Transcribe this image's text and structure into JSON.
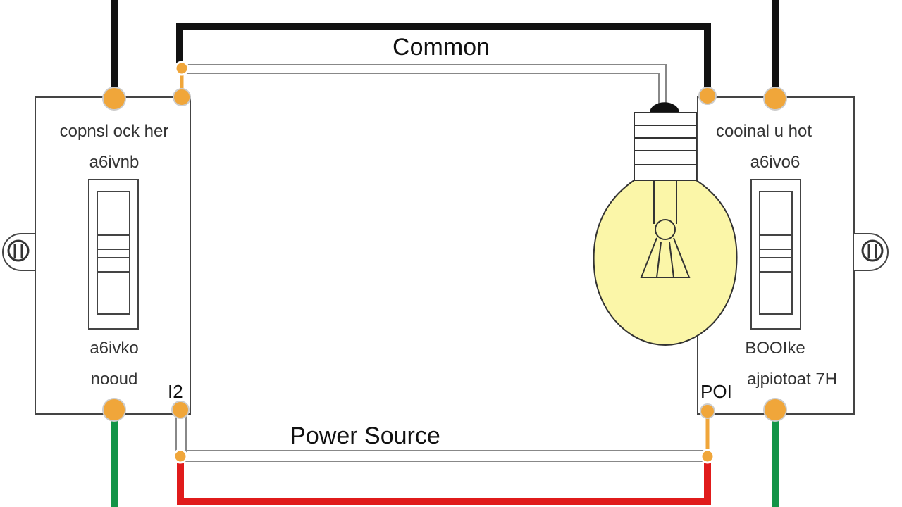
{
  "labels": {
    "top_wire": "Common",
    "bottom_wire": "Power Source",
    "left_terminal": "I2",
    "right_terminal": "POI"
  },
  "left_switch": {
    "line1": "copnsl ock her",
    "line2": "a6ivnb",
    "line3": "a6ivko",
    "line4": "nooud"
  },
  "right_switch": {
    "line1": "cooinal u hot",
    "line2": "a6ivo6",
    "line3": "BOOIke",
    "line4": "ajpiotoat 7H"
  },
  "colors": {
    "hot_wire": "#111111",
    "traveler_red": "#e01b1b",
    "ground_green": "#129447",
    "terminal": "#f0a63a",
    "bulb_glass": "#fbf6a8",
    "outline": "#333333"
  }
}
